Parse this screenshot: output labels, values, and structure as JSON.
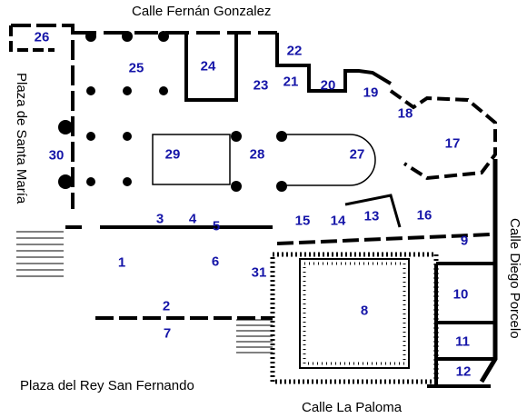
{
  "streets": {
    "top": "Calle Fernán Gonzalez",
    "left": "Plaza de Santa María",
    "right": "Calle Diego Porcelo",
    "bottom_left": "Plaza del Rey San Fernando",
    "bottom": "Calle La Paloma"
  },
  "rooms": [
    "1",
    "2",
    "3",
    "4",
    "5",
    "6",
    "7",
    "8",
    "9",
    "10",
    "11",
    "12",
    "13",
    "14",
    "15",
    "16",
    "17",
    "18",
    "19",
    "20",
    "21",
    "22",
    "23",
    "24",
    "25",
    "26",
    "27",
    "28",
    "29",
    "30",
    "31"
  ],
  "colors": {
    "wall": "#000000",
    "room_number": "#1515a8",
    "background": "#ffffff"
  }
}
